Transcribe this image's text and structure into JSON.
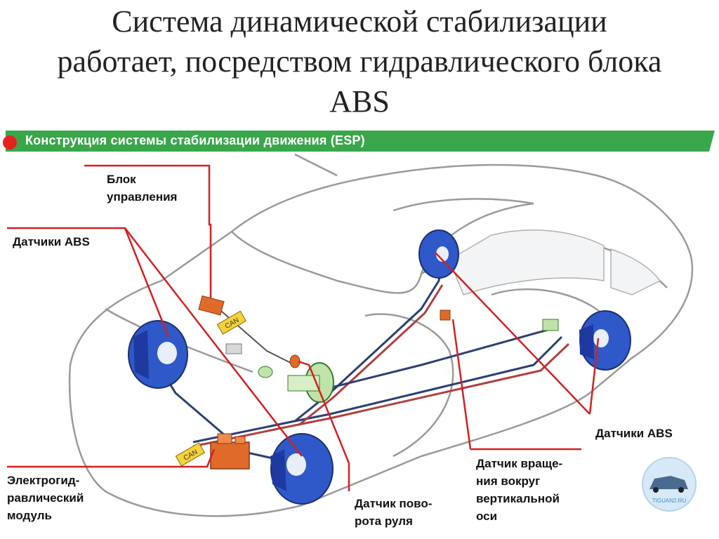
{
  "title": {
    "line1": "Система динамической стабилизации",
    "line2": "работает, посредством гидравлического блока",
    "line3": "ABS"
  },
  "banner": {
    "text": "Конструкция системы стабилизации движения (ESP)",
    "color": "#3aa64a",
    "accent": "#e52222"
  },
  "labels": {
    "control_unit": [
      "Блок",
      "управления"
    ],
    "abs_sensors_left": "Датчики ABS",
    "abs_sensors_right": "Датчики ABS",
    "hydraulic_module": [
      "Электрогид-",
      "равлический",
      "модуль"
    ],
    "steering_sensor": [
      "Датчик пово-",
      "рота руля"
    ],
    "yaw_sensor": [
      "Датчик враще-",
      "ния вокруг",
      "вертикальной",
      "оси"
    ]
  },
  "tags": {
    "can": "CAN"
  },
  "watermark": {
    "text": "TIGUAN2.RU"
  },
  "colors": {
    "leader": "#d42020",
    "brake_line": "#2b3f73",
    "disc": "#2f59c8",
    "body_outline": "#9a9a9a",
    "module": "#e06a2a"
  }
}
